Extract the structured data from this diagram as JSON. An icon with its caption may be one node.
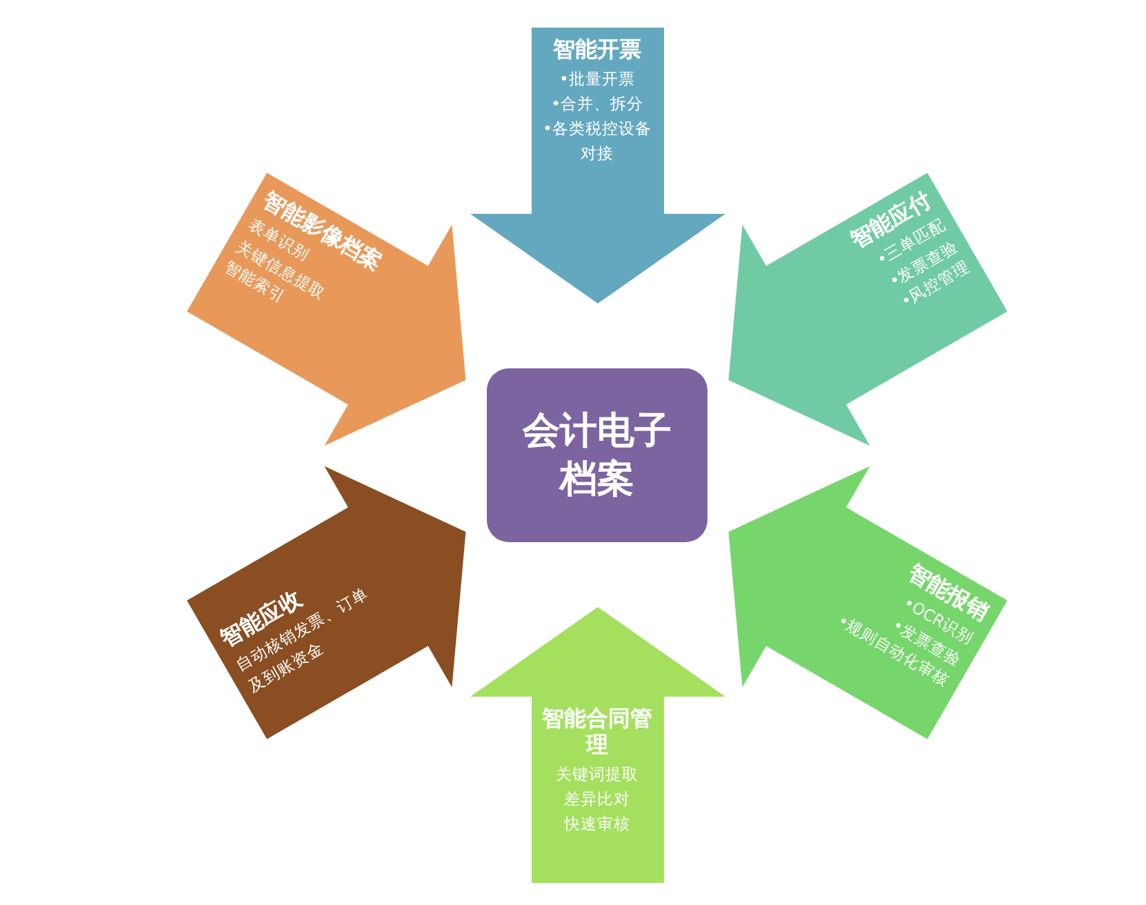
{
  "diagram": {
    "nodes": [
      {
        "text": [
          "智能开票",
          "•批量开票",
          "•合并、拆分",
          "•各类税控设备对接"
        ]
      },
      {
        "text": [
          "智能影像档案",
          "表单识别",
          "关键信息提取",
          "智能索引"
        ]
      },
      {
        "text": [
          "智能应付",
          "•三单匹配",
          "•发票查验",
          "•风控管理"
        ]
      },
      {
        "text": [
          "会计电子档案"
        ]
      },
      {
        "text": [
          "智能应收",
          "自动核销发票、订单及到账资金"
        ]
      },
      {
        "text": [
          "智能报销",
          "•OCR识别",
          "•发票查验",
          "•规则自动化审核"
        ]
      },
      {
        "text": [
          "智能合同管理",
          "关键词提取",
          "差异比对",
          "快速审核"
        ]
      }
    ]
  }
}
